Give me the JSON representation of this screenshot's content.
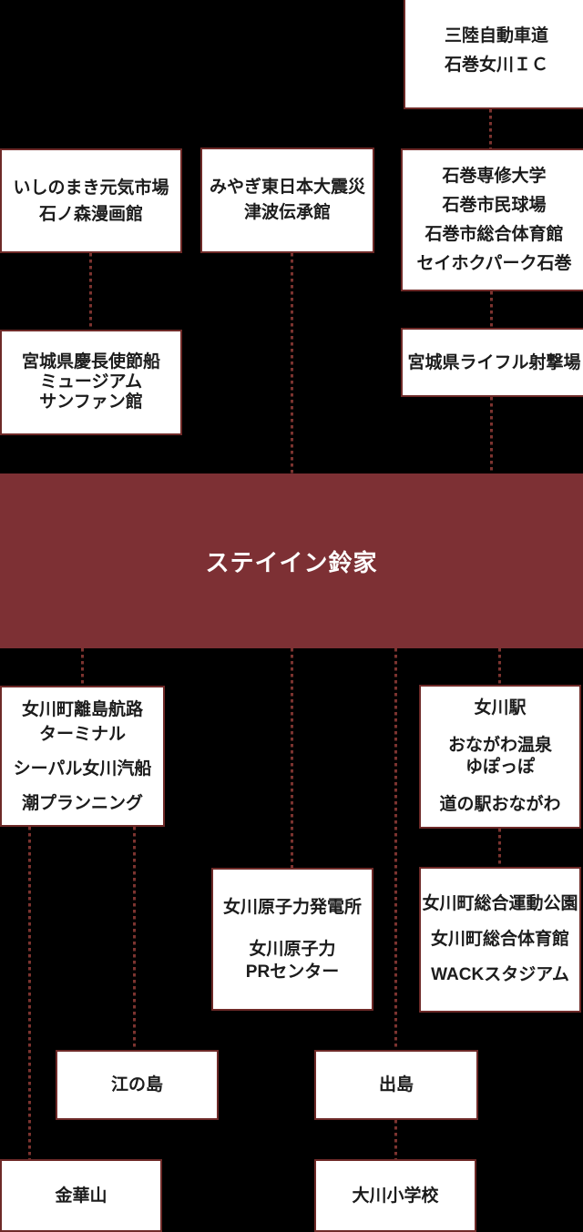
{
  "colors": {
    "background": "#000000",
    "box_bg": "#ffffff",
    "box_border": "#6e2a28",
    "box_text": "#1c1c1c",
    "banner_bg": "#7d3034",
    "banner_text": "#ffffff",
    "connector": "#7c332f"
  },
  "banner": {
    "label": "ステイイン鈴家"
  },
  "nodes": {
    "sanriku": {
      "lines": [
        "三陸自動車道",
        "石巻女川ＩＣ"
      ]
    },
    "genki": {
      "lines": [
        "いしのまき元気市場",
        "石ノ森漫画館"
      ]
    },
    "denshokan": {
      "lines": [
        "みやぎ東日本大震災",
        "津波伝承館"
      ]
    },
    "senshu": {
      "lines": [
        "石巻専修大学",
        "石巻市民球場",
        "石巻市総合体育館",
        "セイホクパーク石巻"
      ]
    },
    "sanjuan": {
      "lines": [
        "宮城県慶長使節船",
        "ミュージアム",
        "サンファン館"
      ]
    },
    "rifle": {
      "lines": [
        "宮城県ライフル射撃場"
      ]
    },
    "terminal": {
      "lines": [
        "女川町離島航路",
        "ターミナル",
        "シーパル女川汽船",
        "潮プランニング"
      ]
    },
    "onagawa_sta": {
      "lines": [
        "女川駅",
        "おながわ温泉",
        "ゆぽっぽ",
        "道の駅おながわ"
      ]
    },
    "genpatsu": {
      "lines": [
        "女川原子力発電所",
        "女川原子力",
        "PRセンター"
      ]
    },
    "sports_park": {
      "lines": [
        "女川町総合運動公園",
        "女川町総合体育館",
        "WACKスタジアム"
      ]
    },
    "enoshima": {
      "lines": [
        "江の島"
      ]
    },
    "dejima": {
      "lines": [
        "出島"
      ]
    },
    "kinkasan": {
      "lines": [
        "金華山"
      ]
    },
    "okawa": {
      "lines": [
        "大川小学校"
      ]
    }
  }
}
